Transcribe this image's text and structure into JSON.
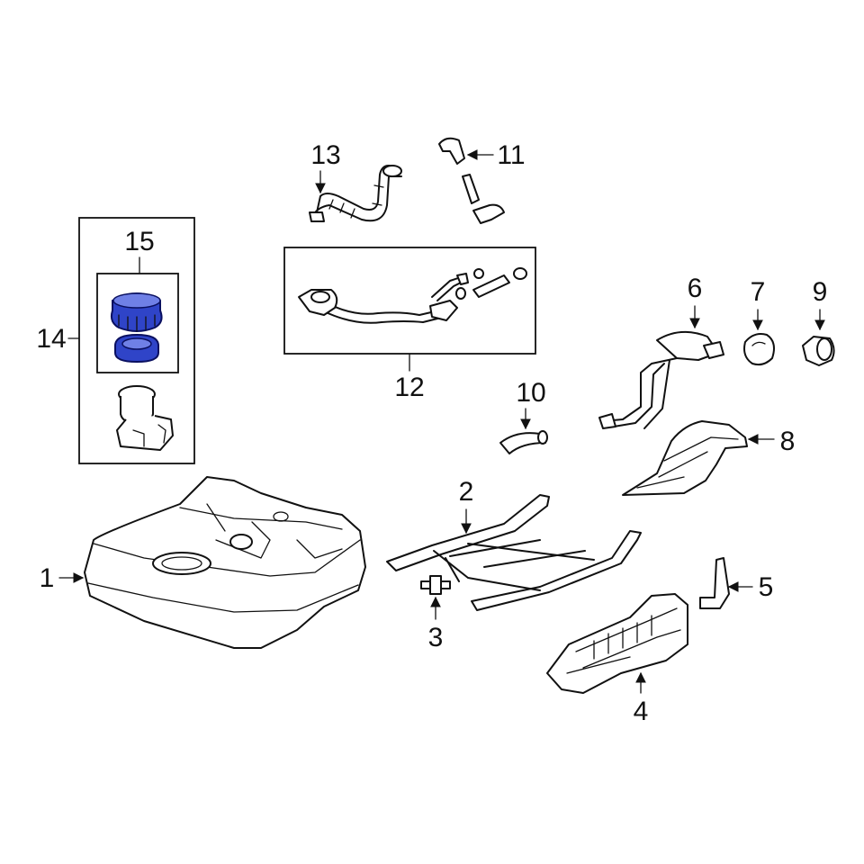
{
  "labels": {
    "p1": "1",
    "p2": "2",
    "p3": "3",
    "p4": "4",
    "p5": "5",
    "p6": "6",
    "p7": "7",
    "p8": "8",
    "p9": "9",
    "p10": "10",
    "p11": "11",
    "p12": "12",
    "p13": "13",
    "p14": "14",
    "p15": "15"
  },
  "colors": {
    "highlight": "#2f44c8",
    "line": "#111111",
    "background": "#ffffff"
  }
}
